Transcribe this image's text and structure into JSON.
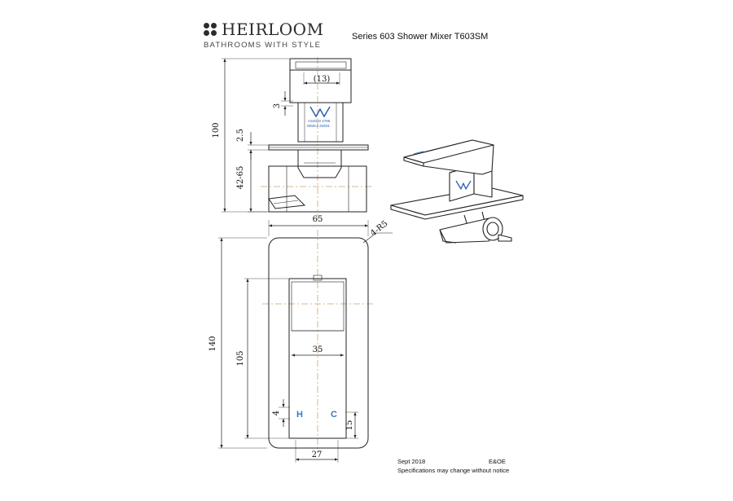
{
  "header": {
    "brand": "HEIRLOOM",
    "tagline": "BATHROOMS WITH STYLE",
    "title": "Series 603  Shower Mixer T603SM"
  },
  "dimensions": {
    "d100": "100",
    "d13": "(13)",
    "d3": "3",
    "d2_5": "2.5",
    "d42_65": "42-65",
    "d65": "65",
    "d4_r5": "4-R5",
    "d140": "140",
    "d105": "105",
    "d35": "35",
    "d4": "4",
    "d15": "15",
    "d27": "27"
  },
  "markings": {
    "hot": "H",
    "cold": "C",
    "hot_color": "#3a78c8",
    "cold_color": "#3a78c8",
    "watermark_line1": "AS4020 2785",
    "watermark_line2": "WMKA 25003",
    "watermark_color": "#2b5fb3"
  },
  "footer": {
    "date": "Sept 2018",
    "eoe": "E&OE",
    "notice": "Specifications may change without notice"
  }
}
